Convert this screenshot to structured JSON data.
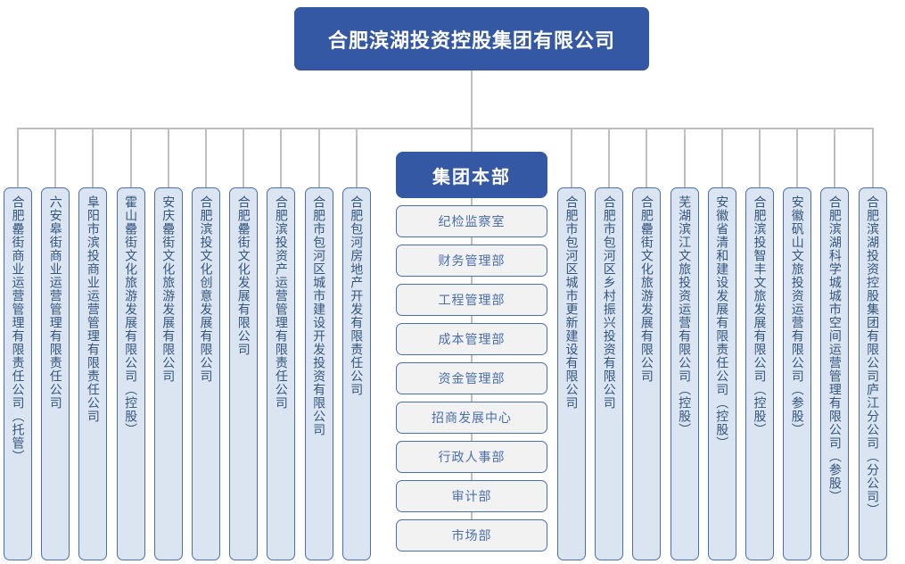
{
  "root": {
    "title": "合肥滨湖投资控股集团有限公司"
  },
  "hq": {
    "title": "集团本部",
    "departments": [
      {
        "label": "纪检监察室"
      },
      {
        "label": "财务管理部"
      },
      {
        "label": "工程管理部"
      },
      {
        "label": "成本管理部"
      },
      {
        "label": "资金管理部"
      },
      {
        "label": "招商发展中心"
      },
      {
        "label": "行政人事部"
      },
      {
        "label": "审计部"
      },
      {
        "label": "市场部"
      }
    ]
  },
  "subsidiaries": [
    {
      "label": "合肥罍街商业运营管理有限责任公司（托管）"
    },
    {
      "label": "六安皋街商业运营管理有限责任公司"
    },
    {
      "label": "阜阳市滨投商业运营管理有限责任公司"
    },
    {
      "label": "霍山罍街文化旅游发展有限公司（控股）"
    },
    {
      "label": "安庆罍街文化旅游发展有限公司"
    },
    {
      "label": "合肥滨投文化创意发展有限公司"
    },
    {
      "label": "合肥罍街文化发展有限公司"
    },
    {
      "label": "合肥滨投资产运营管理有限责任公司"
    },
    {
      "label": "合肥市包河区城市建设开发投资有限公司"
    },
    {
      "label": "合肥包河房地产开发有限责任公司"
    },
    {
      "label": "合肥市包河区城市更新建设有限公司"
    },
    {
      "label": "合肥市包河区乡村振兴投资有限公司"
    },
    {
      "label": "合肥罍街文化旅游发展有限公司"
    },
    {
      "label": "芜湖滨江文旅投资运营有限公司（控股）"
    },
    {
      "label": "安徽省清和建设发展有限责任公司（控股）"
    },
    {
      "label": "合肥滨投智丰文旅发展有限公司（控股）"
    },
    {
      "label": "安徽矾山文旅投资运营有限公司（参股）"
    },
    {
      "label": "合肥滨湖科学城城市空间运营管理有限公司（参股）"
    },
    {
      "label": "合肥滨湖投资控股集团有限公司庐江分公司（分公司）"
    }
  ],
  "colors": {
    "brand_blue": "#3558a4",
    "box_fill": "#dbe5f2",
    "box_border": "#4a6fad",
    "dept_fill": "#f2f2f2",
    "line": "#bfbfbf"
  }
}
